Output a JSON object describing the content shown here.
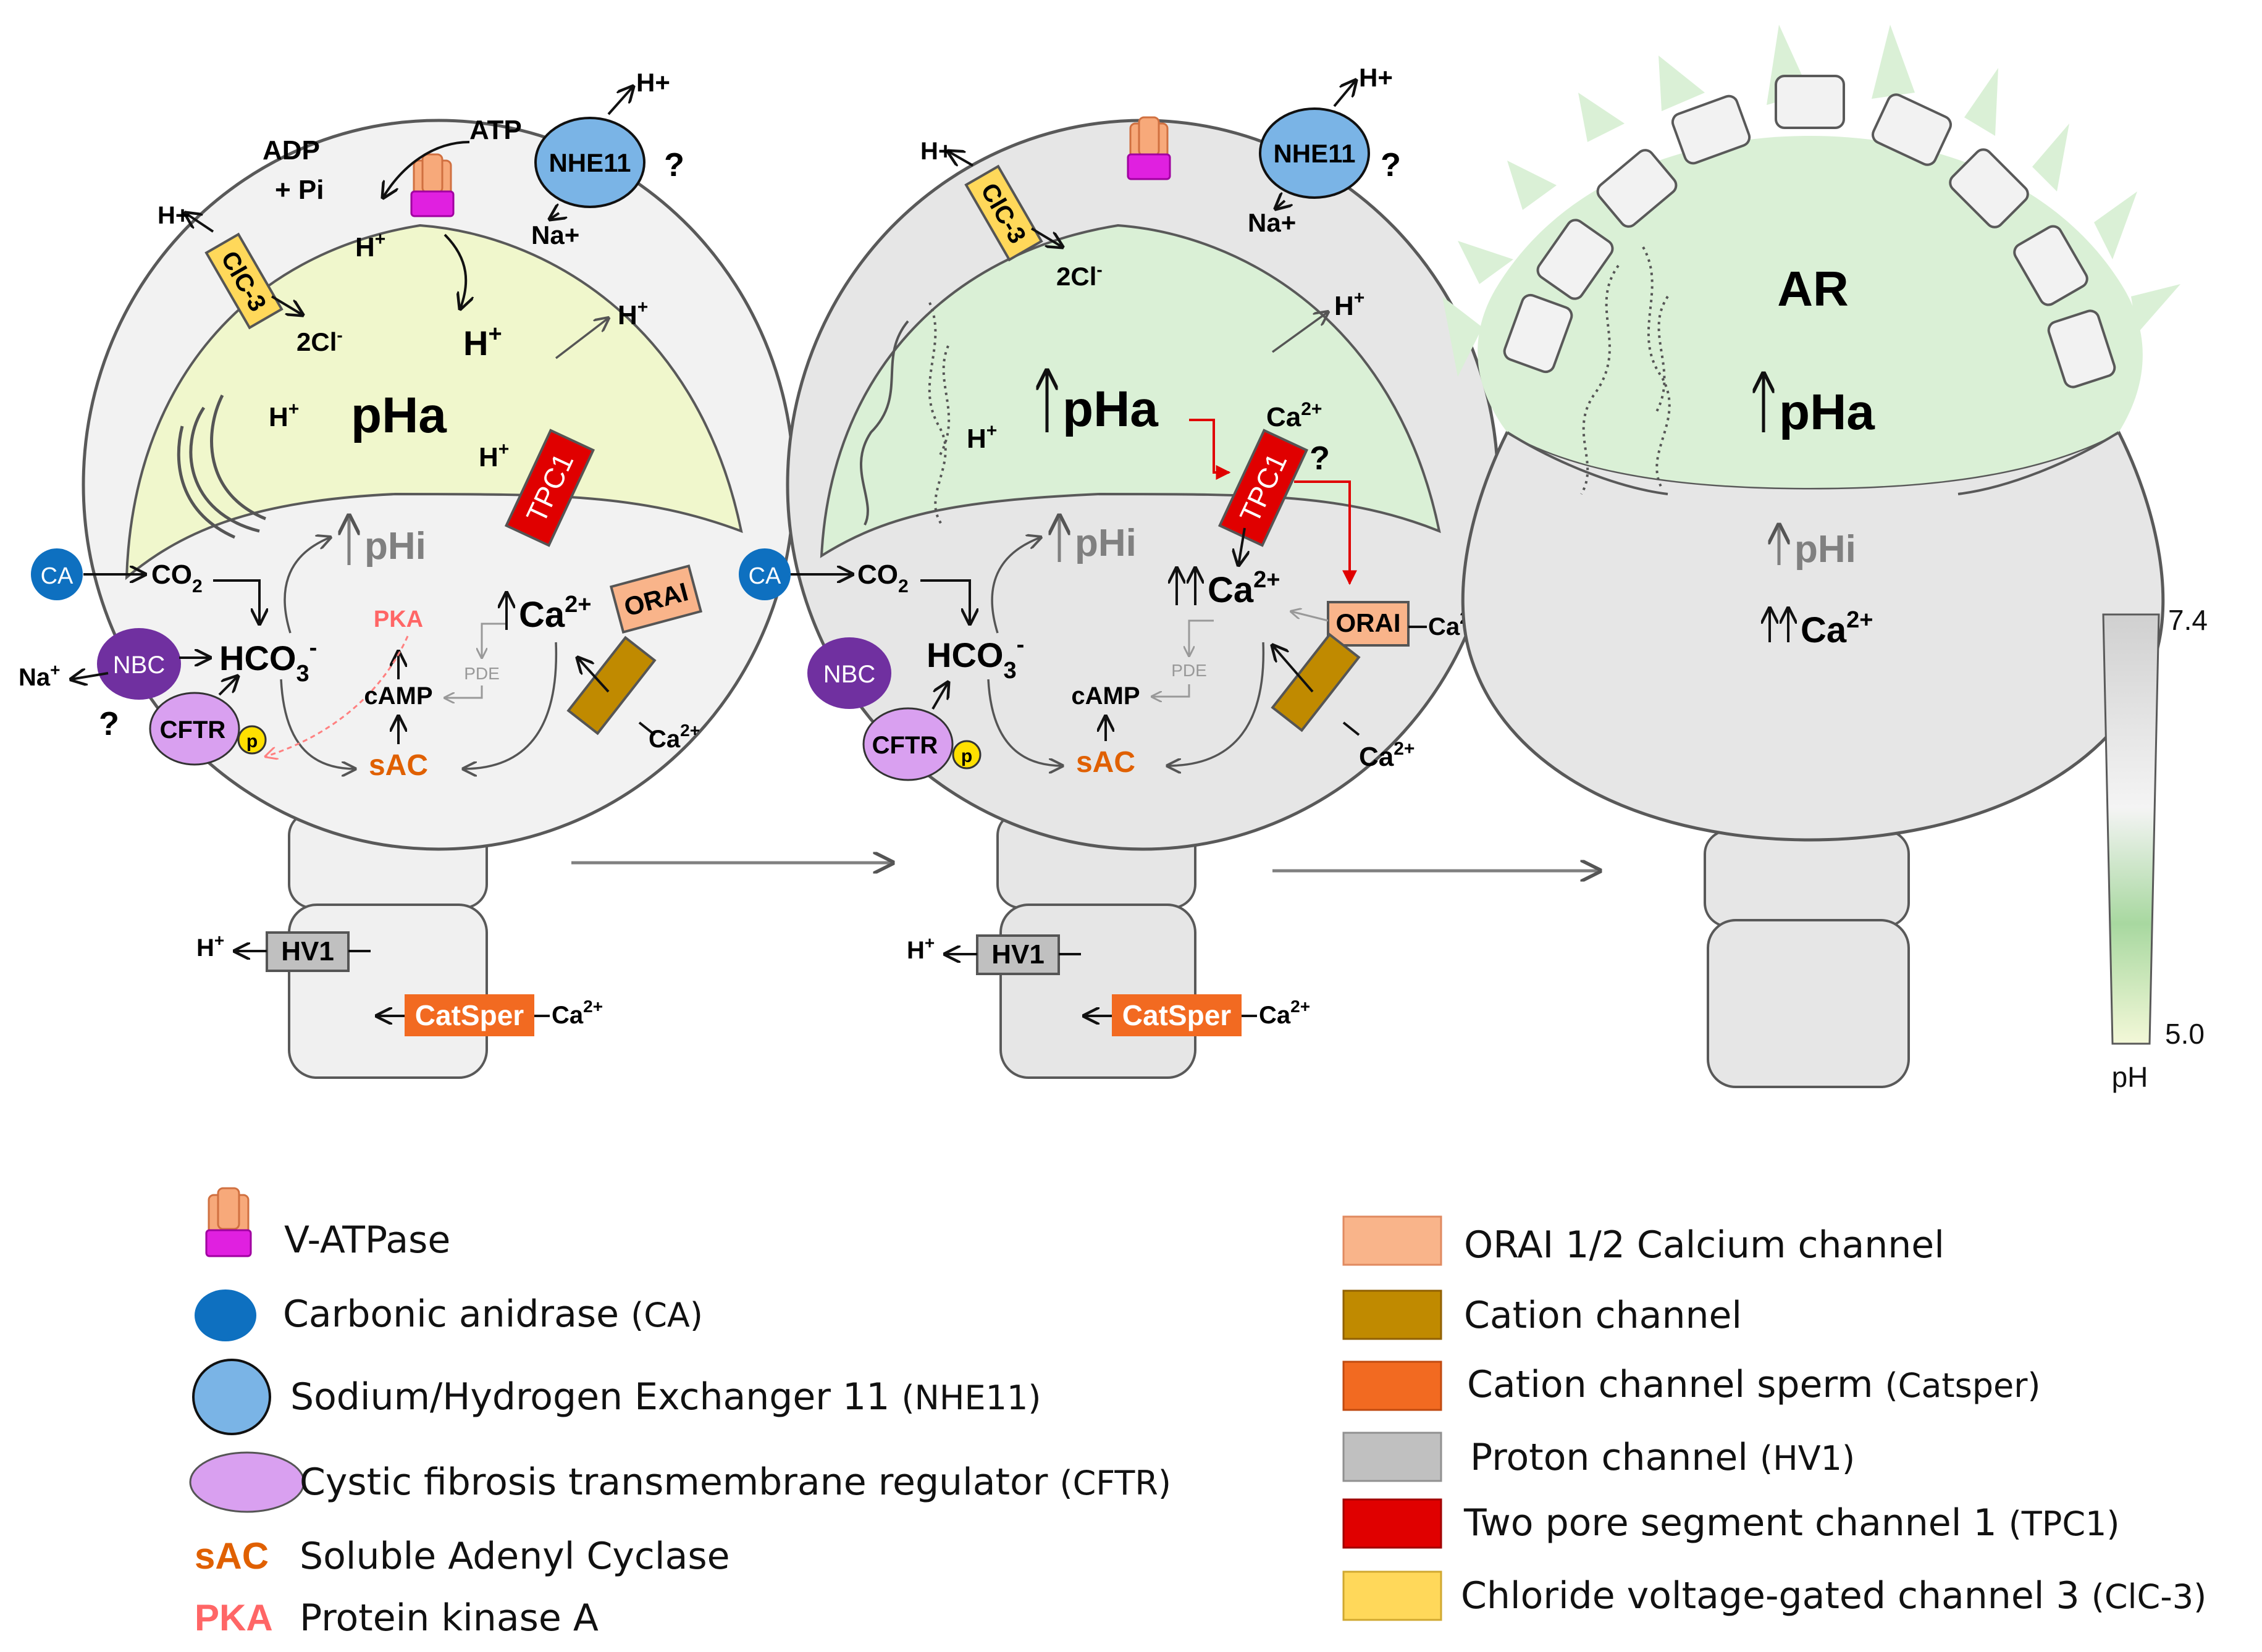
{
  "colors": {
    "acrosome_acidic": "#f0f7cc",
    "acrosome_alkaline": "#daf0d6",
    "cell_grey": "#f2f2f2",
    "cell_grey_dark": "#e6e6e6",
    "outline": "#595959",
    "v_atpase_orange": "#f7a97a",
    "v_atpase_magenta": "#e020e0",
    "ca_blue": "#0e70c0",
    "nhe11_blue": "#7ab4e6",
    "nbc_purple": "#7030a0",
    "cftr_lilac": "#d9a0f0",
    "p_yellow": "#ffe000",
    "orai": "#f9b48a",
    "cation": "#c08a00",
    "catsper": "#f26a21",
    "hv1": "#c0c0c0",
    "tpc1": "#e00000",
    "clc3": "#ffd85a",
    "sac": "#e06000",
    "pka": "#ff6666",
    "arrow_red": "#e00000",
    "text_grey": "#808080"
  },
  "panel1": {
    "atp": "ATP",
    "adp": "ADP",
    "pi": "+ Pi",
    "nhe11": "NHE11",
    "question": "?",
    "h_plus": "H+",
    "na_plus": "Na+",
    "clc3": "ClC-3",
    "cl": "2Cl",
    "cl_sup": "-",
    "h": "H",
    "plus": "+",
    "pha": "pHa",
    "tpc1": "TPC1",
    "phi": "pHi",
    "ca": "CA",
    "co": "CO",
    "two": "2",
    "hco": "HCO",
    "three": "3",
    "minus": "-",
    "nbc": "NBC",
    "na": "Na",
    "cftr": "CFTR",
    "p": "p",
    "pka": "PKA",
    "camp": "cAMP",
    "pde": "PDE",
    "sac": "sAC",
    "ca2": "Ca",
    "sup2": "2+",
    "orai": "ORAI",
    "hv1": "HV1",
    "catsper": "CatSper"
  },
  "panel2": {
    "nhe11": "NHE11",
    "question": "?",
    "h_plus": "H+",
    "na_plus": "Na+",
    "clc3": "ClC-3",
    "cl": "2Cl",
    "cl_sup": "-",
    "h": "H",
    "plus": "+",
    "pha": "pHa",
    "tpc1": "TPC1",
    "phi": "pHi",
    "ca": "CA",
    "co": "CO",
    "two": "2",
    "hco": "HCO",
    "three": "3",
    "minus": "-",
    "nbc": "NBC",
    "cftr": "CFTR",
    "p": "p",
    "camp": "cAMP",
    "pde": "PDE",
    "sac": "sAC",
    "ca2": "Ca",
    "sup2": "2+",
    "orai": "ORAI",
    "hv1": "HV1",
    "catsper": "CatSper"
  },
  "panel3": {
    "ar": "AR",
    "pha": "pHa",
    "phi": "pHi",
    "ca2": "Ca",
    "sup2": "2+"
  },
  "ph_scale": {
    "max": "7.4",
    "min": "5.0",
    "label": "pH",
    "top_color": "#d0d0d0",
    "mid_color": "#a8d8a0",
    "bottom_color": "#f3f8d8"
  },
  "legend_left": [
    {
      "icon": "v-atpase-icon",
      "label": "V-ATPase",
      "abbr": ""
    },
    {
      "icon": "ca-icon",
      "label": "Carbonic anidrase",
      "abbr": "(CA)"
    },
    {
      "icon": "nhe11-icon",
      "label": "Sodium/Hydrogen Exchanger 11",
      "abbr": "(NHE11)"
    },
    {
      "icon": "cftr-icon",
      "label": "Cystic fibrosis transmembrane regulator",
      "abbr": "(CFTR)"
    },
    {
      "icon": "sac-text",
      "short": "sAC",
      "label": "Soluble Adenyl Cyclase",
      "abbr": ""
    },
    {
      "icon": "pka-text",
      "short": "PKA",
      "label": "Protein kinase A",
      "abbr": ""
    }
  ],
  "legend_right": [
    {
      "color": "#f9b48a",
      "label": "ORAI 1/2 Calcium channel",
      "abbr": ""
    },
    {
      "color": "#c08a00",
      "label": "Cation channel",
      "abbr": ""
    },
    {
      "color": "#f26a21",
      "label": "Cation channel sperm",
      "abbr": "(Catsper)"
    },
    {
      "color": "#c0c0c0",
      "label": "Proton channel",
      "abbr": "(HV1)"
    },
    {
      "color": "#e00000",
      "label": "Two pore segment channel 1",
      "abbr": "(TPC1)"
    },
    {
      "color": "#ffd85a",
      "label": "Chloride voltage-gated channel 3",
      "abbr": "(ClC-3)"
    }
  ]
}
